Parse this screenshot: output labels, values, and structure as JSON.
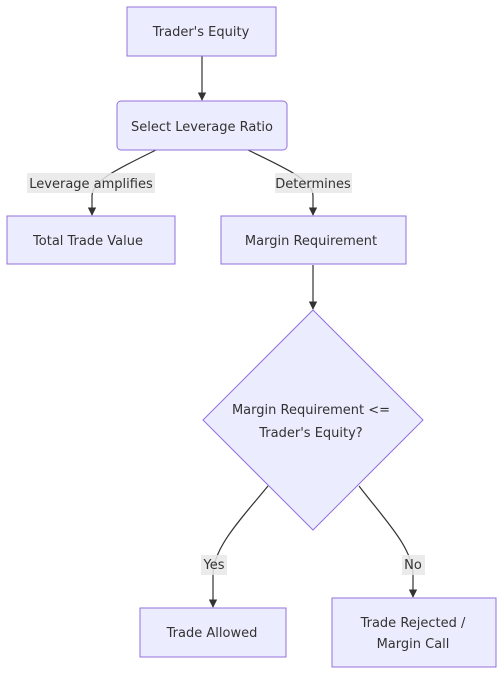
{
  "nodes": {
    "equity": {
      "label": "Trader's Equity"
    },
    "leverage": {
      "label": "Select Leverage Ratio"
    },
    "trade_value": {
      "label": "Total Trade Value"
    },
    "margin": {
      "label": "Margin Requirement"
    },
    "decision": {
      "line1": "Margin Requirement <=",
      "line2": "Trader's Equity?"
    },
    "allowed": {
      "label": "Trade Allowed"
    },
    "rejected": {
      "line1": "Trade Rejected /",
      "line2": "Margin Call"
    }
  },
  "edges": {
    "amplifies": "Leverage amplifies",
    "determines": "Determines",
    "yes": "Yes",
    "no": "No"
  },
  "colors": {
    "node_fill": "#ECECFF",
    "node_stroke": "#9370DB",
    "edge": "#333333",
    "label_bg": "#E8E8E8"
  }
}
